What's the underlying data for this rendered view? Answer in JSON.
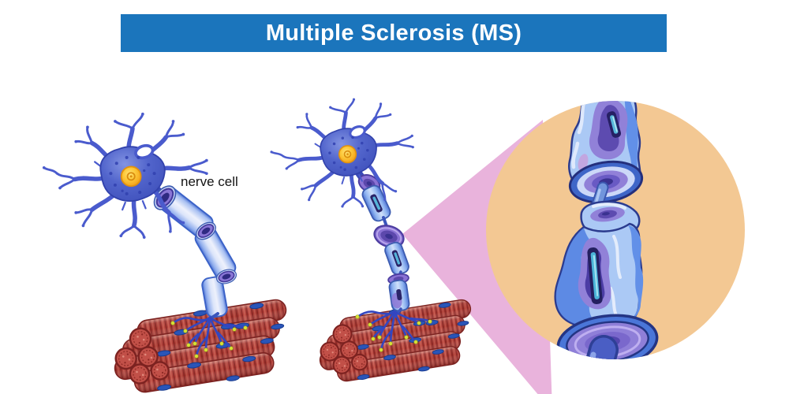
{
  "header": {
    "title": "Multiple Sclerosis (MS)",
    "background_color": "#1b75bc",
    "text_color": "#ffffff"
  },
  "labels": {
    "nerve_cell": "nerve cell"
  },
  "figures": {
    "healthy_neuron": "nerve cell with intact myelin sheath and muscle fibers",
    "damaged_neuron": "nerve cell with damaged myelin sheath and muscle fibers",
    "magnifier_inset": "magnified view of damaged myelin sheath on axon",
    "muscle_fiber_bundles": 2
  },
  "colors": {
    "banner_blue": "#1b75bc",
    "neuron_blue": "#4a5bcd",
    "neuron_outline": "#3242ac",
    "nucleus_orange": "#f5a71f",
    "nucleus_core": "#ffe378",
    "myelin_light_blue": "#aac8f4",
    "myelin_highlight": "#eef1fc",
    "myelin_outline": "#3c5cb0",
    "node_purple": "#8a76d6",
    "node_purple_dark": "#4c3da0",
    "axon_blue": "#3c55bc",
    "lesion_dark_navy": "#242060",
    "lesion_axon_teal": "#4bb4d8",
    "muscle_red": "#b5423c",
    "muscle_stripe_dark": "#8c2824",
    "muscle_outline": "#7c2220",
    "muscle_nucleus_blue": "#2a55b8",
    "synapse_tip_yellow": "#d8e236",
    "magnifier_beam_pink": "#e9b3dc",
    "inset_background_tan": "#f3c893",
    "inset_cuff_blue": "#4a76d8",
    "inset_cuff_navy": "#243584",
    "inset_purple": "#9181d8"
  }
}
